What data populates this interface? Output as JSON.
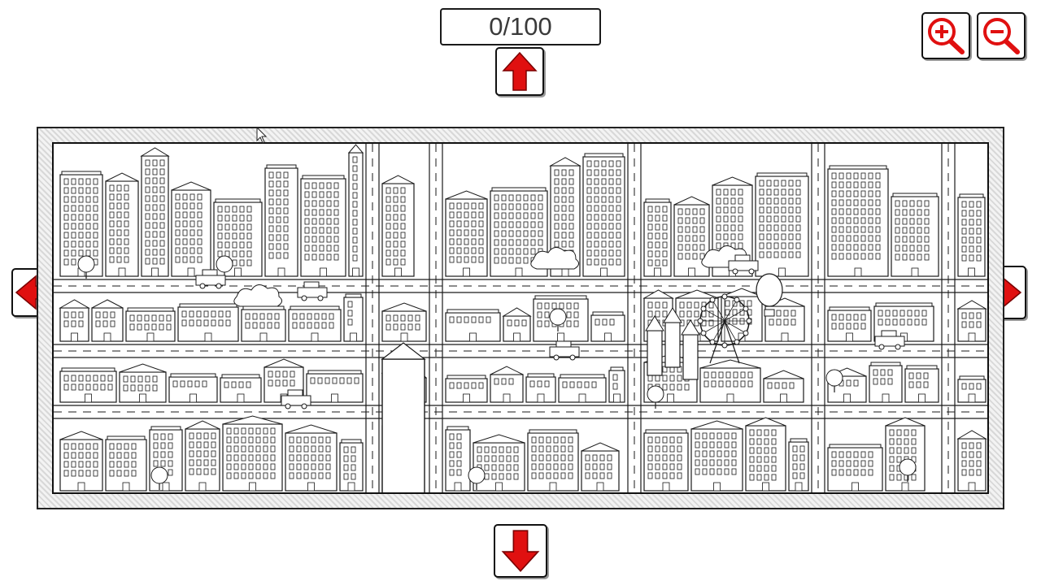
{
  "game": {
    "progress_found": 0,
    "progress_total": 100,
    "progress_text": "0/100"
  },
  "controls": {
    "pan_up_icon": "arrow-up-icon",
    "pan_down_icon": "arrow-down-icon",
    "pan_left_icon": "arrow-left-icon",
    "pan_right_icon": "arrow-right-icon",
    "zoom_in_icon": "zoom-in-icon",
    "zoom_out_icon": "zoom-out-icon"
  },
  "colors": {
    "arrow_red": "#e01010",
    "zoom_red": "#e01010",
    "line_art": "#1a1a1a",
    "frame_hatch": "#d8d8d8"
  },
  "scene": {
    "style": "black-and-white line-art city map",
    "landmarks": [
      "ferris-wheel",
      "castle",
      "hot-air-balloon",
      "tower",
      "houses",
      "cars",
      "clouds"
    ]
  }
}
